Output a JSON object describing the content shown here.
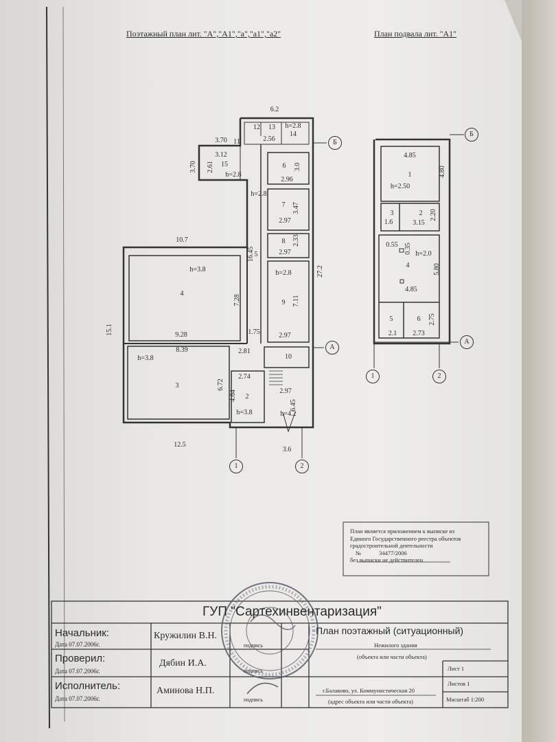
{
  "headings": {
    "floor_plan": "Поэтажный план лит. \"А\",\"А1\",\"а\",\"а1\",\"а2\"",
    "basement_plan": "План подвала лит. \"А1\""
  },
  "floor_plan_labels": [
    "6.2",
    "12",
    "13",
    "h=2.8",
    "14",
    "11",
    "2.56",
    "3.70",
    "3.12",
    "15",
    "2.61",
    "h=2.8",
    "3.70",
    "6",
    "3.0",
    "2.96",
    "h=2.8",
    "7",
    "3.47",
    "2.97",
    "16.45",
    "8",
    "2.33",
    "2.97",
    "5",
    "27.2",
    "10.7",
    "h=3.8",
    "4",
    "7.28",
    "h=2.8",
    "9",
    "7.11",
    "15.1",
    "9.28",
    "1.75",
    "2.97",
    "8.39",
    "2.81",
    "10",
    "h=3.8",
    "3",
    "2.74",
    "6.72",
    "4.64",
    "2",
    "h=3.8",
    "2.97",
    "6.45",
    "h=4.2",
    "12.5",
    "3.6"
  ],
  "floor_plan_axes": [
    "Б",
    "А",
    "1",
    "2"
  ],
  "basement_labels": [
    "4.85",
    "1",
    "4.80",
    "h=2.50",
    "3",
    "2",
    "2.20",
    "1.6",
    "3.15",
    "0.55",
    "0.35",
    "h=2.0",
    "4",
    "5.80",
    "4.85",
    "5",
    "6",
    "2.75",
    "2.1",
    "2.73"
  ],
  "basement_axes": [
    "Б",
    "А",
    "1",
    "2"
  ],
  "certificate_note": {
    "line1": "План является приложением к выписке из",
    "line2": "Единого Государственного реестра объектов",
    "line3": "градостроительной деятельности",
    "number_prefix": "№",
    "number": "34477/2006",
    "line4": "без выписки не действителен"
  },
  "title_block": {
    "organization": "ГУП \"Сартехинвентаризация\"",
    "rows": [
      {
        "role": "Начальник:",
        "date": "Дата   07.07.2006г.",
        "name": "Кружилин В.Н.",
        "sign": "подпись"
      },
      {
        "role": "Проверил:",
        "date": "Дата   07.07.2006г.",
        "name": "Дябин И.А.",
        "sign": "подпись"
      },
      {
        "role": "Исполнитель:",
        "date": "Дата  07.07.2006г.",
        "name": "Аминова Н.П.",
        "sign": "подпись"
      }
    ],
    "plan_type": "План поэтажный (ситуационный)",
    "object": "Нежилого здания",
    "object_caption": "(объекта или части объекта)",
    "address": "г.Балаково, ул. Коммунистическая 20",
    "address_caption": "(адрес объекта или части объекта)",
    "sheet": "Лист 1",
    "sheets": "Листов 1",
    "scale": "Масштаб   1:200"
  },
  "colors": {
    "ink": "#2a2a2a",
    "stamp": "#5d5a70"
  }
}
